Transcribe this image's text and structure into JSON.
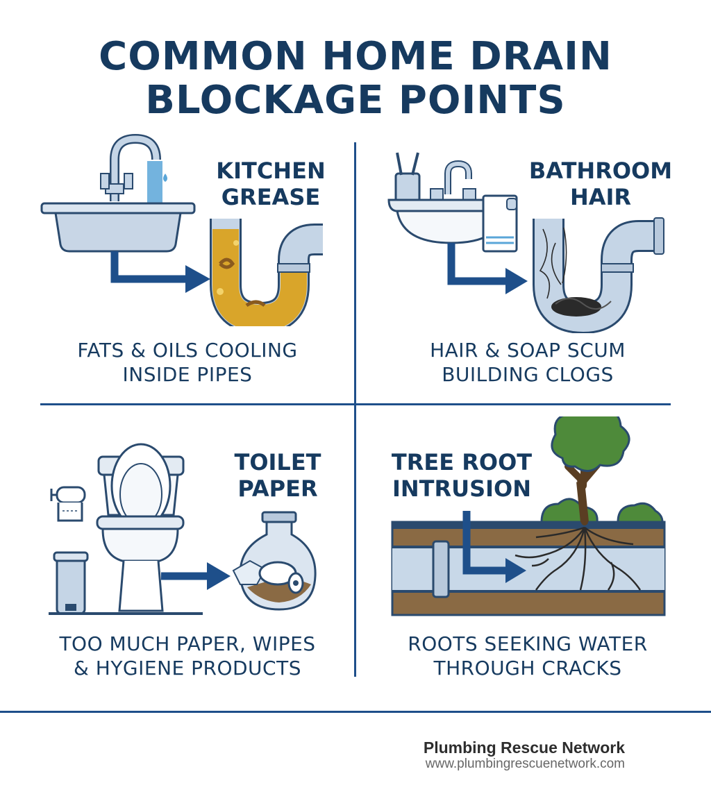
{
  "title": {
    "line1": "COMMON HOME DRAIN",
    "line2": "BLOCKAGE POINTS"
  },
  "panels": [
    {
      "title1": "KITCHEN",
      "title2": "GREASE",
      "caption1": "FATS & OILS COOLING",
      "caption2": "INSIDE PIPES",
      "icon": "kitchen-sink-grease-trap"
    },
    {
      "title1": "BATHROOM",
      "title2": "HAIR",
      "caption1": "HAIR & SOAP SCUM",
      "caption2": "BUILDING CLOGS",
      "icon": "bathroom-sink-hair-trap"
    },
    {
      "title1": "TOILET",
      "title2": "PAPER",
      "caption1": "TOO MUCH PAPER, WIPES",
      "caption2": "& HYGIENE PRODUCTS",
      "icon": "toilet-paper-clog"
    },
    {
      "title1": "TREE ROOT",
      "title2": "INTRUSION",
      "caption1": "ROOTS SEEKING WATER",
      "caption2": "THROUGH CRACKS",
      "icon": "tree-root-pipe"
    }
  ],
  "footer": {
    "brand": "Plumbing Rescue Network",
    "url": "www.plumbingrescuenetwork.com"
  },
  "colors": {
    "navy": "#163a5f",
    "arrow": "#1e4f8a",
    "pipe": "#b8c9dc",
    "grease": "#d9a52a",
    "soil": "#8a6a44",
    "tree": "#4e8a3a"
  }
}
